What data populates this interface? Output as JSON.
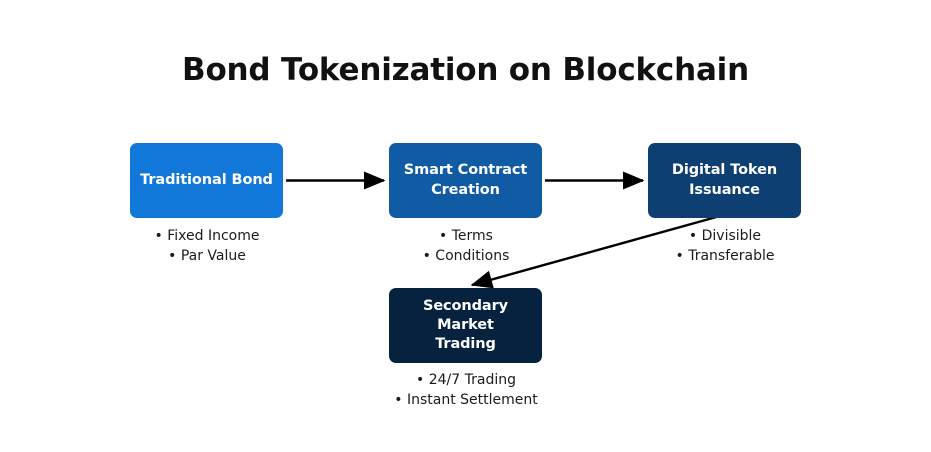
{
  "title": "Bond Tokenization on Blockchain",
  "background_color": "#ffffff",
  "title_color": "#111111",
  "bullet_text_color": "#1b1b1b",
  "arrow_color": "#000000",
  "nodes": [
    {
      "id": "traditional-bond",
      "label": "Traditional Bond",
      "color": "#1177d9",
      "bullets": [
        "• Fixed Income",
        "• Par Value"
      ]
    },
    {
      "id": "smart-contract-creation",
      "label": "Smart Contract\nCreation",
      "color": "#115ba5",
      "bullets": [
        "• Terms",
        "• Conditions"
      ]
    },
    {
      "id": "digital-token-issuance",
      "label": "Digital Token\nIssuance",
      "color": "#0e3f72",
      "bullets": [
        "• Divisible",
        "• Transferable"
      ]
    },
    {
      "id": "secondary-market-trading",
      "label": "Secondary Market\nTrading",
      "color": "#06223f",
      "bullets": [
        "• 24/7 Trading",
        "• Instant Settlement"
      ]
    }
  ],
  "arrows": [
    {
      "id": "arrow-bond-to-contract",
      "from": "traditional-bond",
      "to": "smart-contract-creation"
    },
    {
      "id": "arrow-contract-to-token",
      "from": "smart-contract-creation",
      "to": "digital-token-issuance"
    },
    {
      "id": "arrow-token-to-secondary",
      "from": "digital-token-issuance",
      "to": "secondary-market-trading"
    }
  ]
}
